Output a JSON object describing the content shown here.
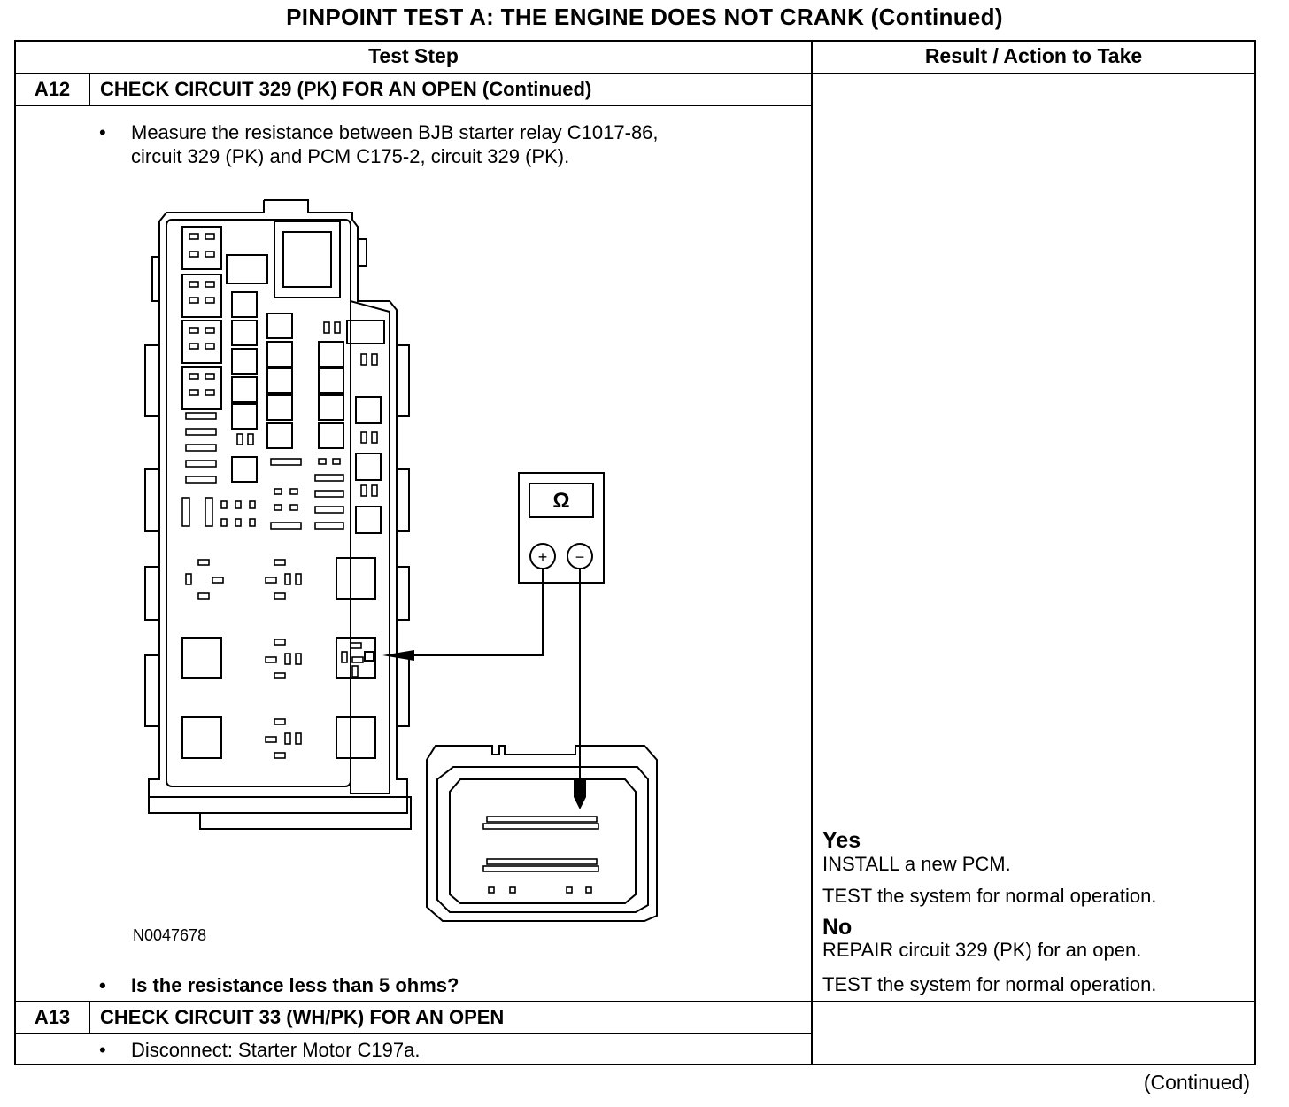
{
  "title": "PINPOINT TEST  A: THE ENGINE DOES NOT CRANK (Continued)",
  "headers": {
    "test_step": "Test Step",
    "result": "Result / Action to Take"
  },
  "steps": [
    {
      "id": "A12",
      "title": "CHECK CIRCUIT 329 (PK) FOR AN OPEN (Continued)",
      "bullets": [
        "Measure the resistance between BJB starter relay C1017-86,\ncircuit 329 (PK) and PCM C175-2, circuit 329 (PK)."
      ],
      "figure_ref": "N0047678",
      "question": "Is the resistance less than 5 ohms?",
      "meter_symbol": "Ω",
      "meter_plus": "+",
      "meter_minus": "−",
      "results": {
        "yes_label": "Yes",
        "yes_lines": [
          "INSTALL a new PCM.",
          "TEST the system for normal operation."
        ],
        "no_label": "No",
        "no_lines": [
          "REPAIR circuit 329 (PK) for an open.",
          "TEST the system for normal operation."
        ]
      }
    },
    {
      "id": "A13",
      "title": "CHECK CIRCUIT 33 (WH/PK) FOR AN OPEN",
      "bullets": [
        "Disconnect: Starter Motor C197a."
      ]
    }
  ],
  "bullet_char": "•",
  "continued": "(Continued)"
}
